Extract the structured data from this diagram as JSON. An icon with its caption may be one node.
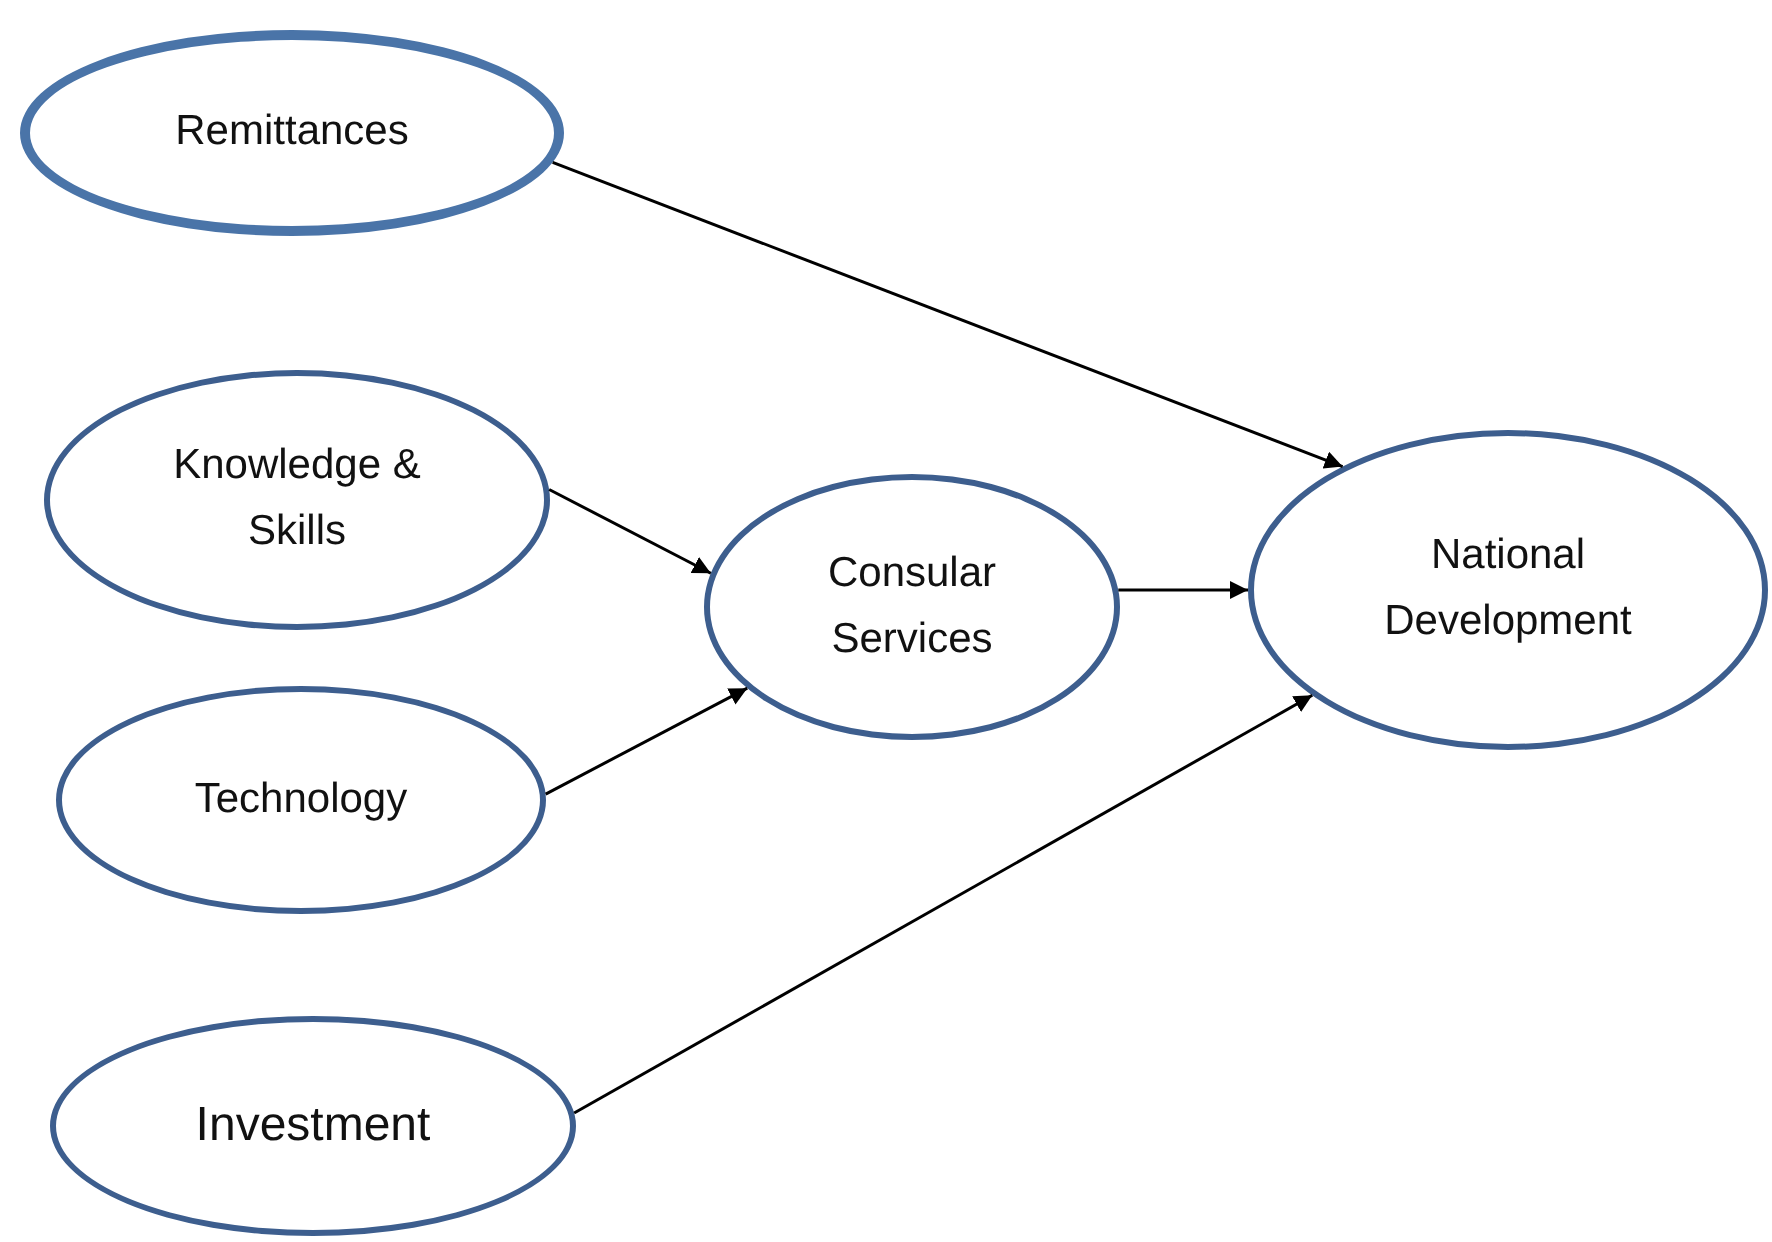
{
  "diagram": {
    "nodes": [
      {
        "text": [
          "Remittances"
        ]
      },
      {
        "text": [
          "Knowledge & Skills"
        ]
      },
      {
        "text": [
          "Technology"
        ]
      },
      {
        "text": [
          "Investment"
        ]
      },
      {
        "text": [
          "Consular Services"
        ]
      },
      {
        "text": [
          "National Development"
        ]
      }
    ],
    "edges": [
      {
        "from": 0,
        "to": 5,
        "arrow": "to"
      },
      {
        "from": 1,
        "to": 4,
        "arrow": "to"
      },
      {
        "from": 2,
        "to": 4,
        "arrow": "to"
      },
      {
        "from": 4,
        "to": 5,
        "arrow": "to"
      },
      {
        "from": 3,
        "to": 5,
        "arrow": "to"
      }
    ]
  }
}
